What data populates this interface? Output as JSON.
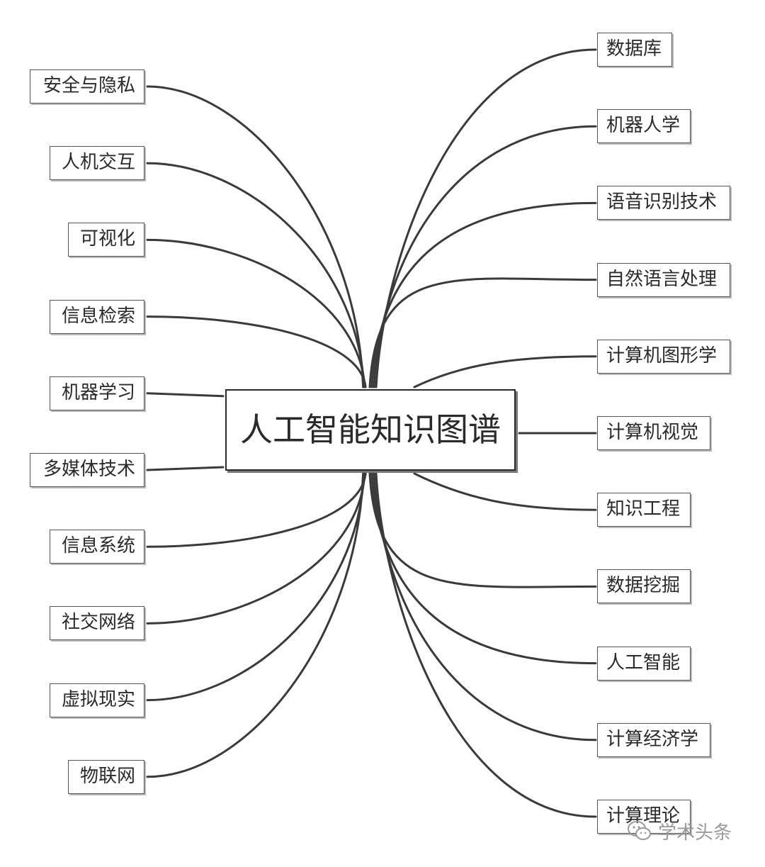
{
  "center": {
    "label": "人工智能知识图谱"
  },
  "left_nodes": [
    {
      "label": "安全与隐私"
    },
    {
      "label": "人机交互"
    },
    {
      "label": "可视化"
    },
    {
      "label": "信息检索"
    },
    {
      "label": "机器学习"
    },
    {
      "label": "多媒体技术"
    },
    {
      "label": "信息系统"
    },
    {
      "label": "社交网络"
    },
    {
      "label": "虚拟现实"
    },
    {
      "label": "物联网"
    }
  ],
  "right_nodes": [
    {
      "label": "数据库"
    },
    {
      "label": "机器人学"
    },
    {
      "label": "语音识别技术"
    },
    {
      "label": "自然语言处理"
    },
    {
      "label": "计算机图形学"
    },
    {
      "label": "计算机视觉"
    },
    {
      "label": "知识工程"
    },
    {
      "label": "数据挖掘"
    },
    {
      "label": "人工智能"
    },
    {
      "label": "计算经济学"
    },
    {
      "label": "计算理论"
    }
  ],
  "watermark": {
    "text": "学术头条",
    "icon": "wechat-icon"
  },
  "colors": {
    "line": "#3a3a3a",
    "border": "#555555",
    "watermark": "#9a9a9a"
  }
}
